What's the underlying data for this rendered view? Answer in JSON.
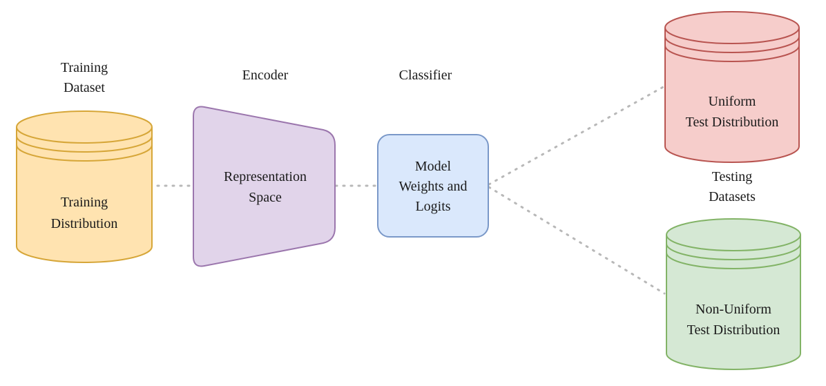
{
  "labels": {
    "training_dataset": [
      "Training",
      "Dataset"
    ],
    "encoder": "Encoder",
    "classifier": "Classifier",
    "testing_datasets": [
      "Testing",
      "Datasets"
    ]
  },
  "nodes": {
    "training": {
      "lines": [
        "Training",
        "Distribution"
      ],
      "fill": "#ffe3b0",
      "stroke": "#d6a638"
    },
    "encoder": {
      "lines": [
        "Representation",
        "Space"
      ],
      "fill": "#e1d4ea",
      "stroke": "#9b76ad"
    },
    "classifier": {
      "lines": [
        "Model",
        "Weights and",
        "Logits"
      ],
      "fill": "#dae8fc",
      "stroke": "#7a98c8"
    },
    "uniform": {
      "lines": [
        "Uniform",
        "Test Distribution"
      ],
      "fill": "#f6cdcb",
      "stroke": "#b85450"
    },
    "nonuniform": {
      "lines": [
        "Non-Uniform",
        "Test Distribution"
      ],
      "fill": "#d5e8d4",
      "stroke": "#82b366"
    }
  }
}
